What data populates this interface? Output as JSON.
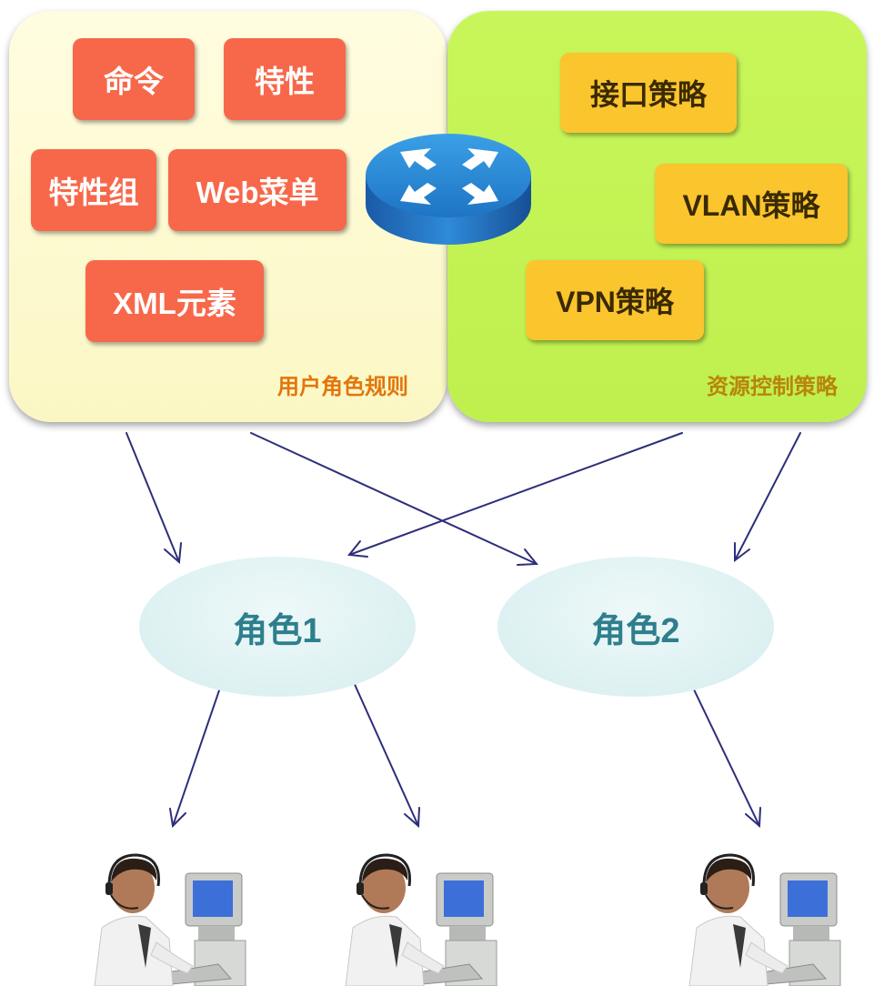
{
  "panels": {
    "user_rules": {
      "title": "用户角色规则",
      "items": [
        "命令",
        "特性",
        "特性组",
        "Web菜单",
        "XML元素"
      ]
    },
    "resource_policies": {
      "title": "资源控制策略",
      "items": [
        "接口策略",
        "VLAN策略",
        "VPN策略"
      ]
    }
  },
  "roles": [
    "角色1",
    "角色2"
  ],
  "colors": {
    "user_panel": "#fbf7c4",
    "resource_panel": "#bff04e",
    "rule_box": "#f7684a",
    "policy_box": "#fbc52e",
    "role_ellipse": "#ddf1f2",
    "role_text": "#2e7f8e",
    "arrow": "#2e2e7a"
  },
  "icons": [
    "router-icon",
    "user-at-computer-icon"
  ]
}
